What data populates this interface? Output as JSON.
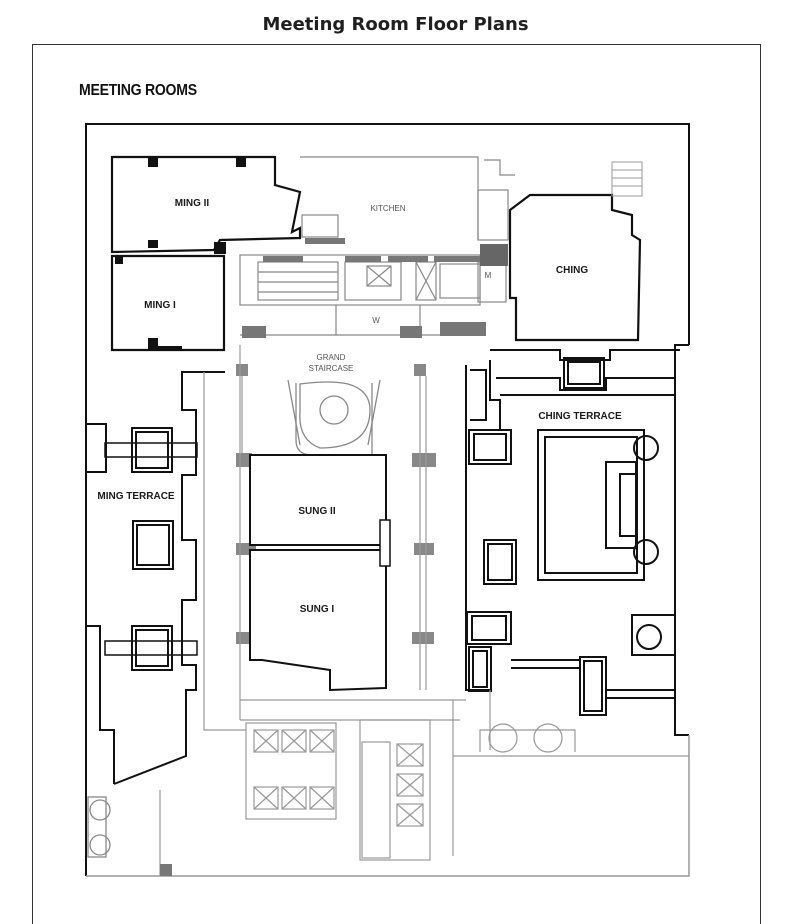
{
  "page_title": "Meeting Room Floor Plans",
  "section_title": "MEETING ROOMS",
  "rooms": {
    "ming_ii": "MING II",
    "ming_i": "MING I",
    "ming_terrace": "MING TERRACE",
    "kitchen": "KITCHEN",
    "ching": "CHING",
    "ching_terrace": "CHING TERRACE",
    "grand_staircase_line1": "GRAND",
    "grand_staircase_line2": "STAIRCASE",
    "sung_ii": "SUNG II",
    "sung_i": "SUNG I",
    "marker_m": "M",
    "marker_w": "W"
  }
}
